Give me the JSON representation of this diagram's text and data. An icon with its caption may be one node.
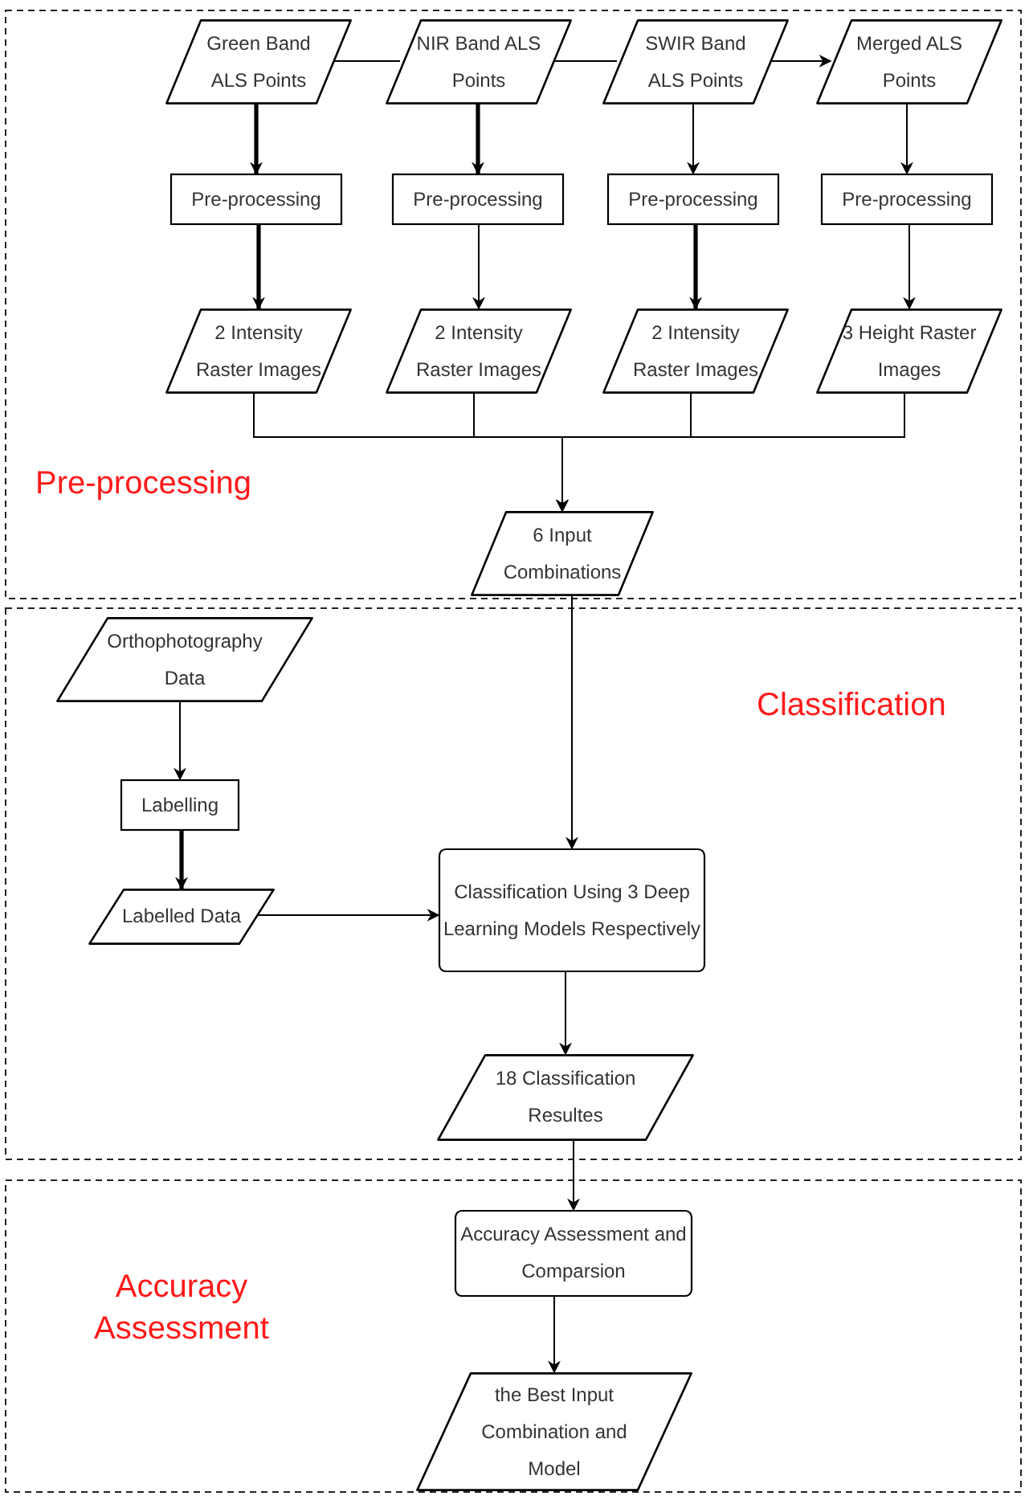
{
  "diagram": {
    "nodes": [
      {
        "text": [
          "Pre-processing"
        ]
      },
      {
        "text": [
          "Green Band ALS Points"
        ],
        "in": 0
      },
      {
        "text": [
          "NIR Band ALS Points"
        ],
        "in": 0
      },
      {
        "text": [
          "SWIR Band ALS Points"
        ],
        "in": 0
      },
      {
        "text": [
          "Merged ALS Points"
        ],
        "in": 0
      },
      {
        "text": [
          "Pre-processing"
        ],
        "in": 0
      },
      {
        "text": [
          "Pre-processing"
        ],
        "in": 0
      },
      {
        "text": [
          "Pre-processing"
        ],
        "in": 0
      },
      {
        "text": [
          "Pre-processing"
        ],
        "in": 0
      },
      {
        "text": [
          "2 Intensity Raster Images"
        ],
        "in": 0
      },
      {
        "text": [
          "2 Intensity Raster Images"
        ],
        "in": 0
      },
      {
        "text": [
          "2 Intensity Raster Images"
        ],
        "in": 0
      },
      {
        "text": [
          "3 Height Raster Images"
        ],
        "in": 0
      },
      {
        "text": [
          "6 Input Combinations"
        ],
        "in": 0
      },
      {
        "text": [
          "Classification"
        ]
      },
      {
        "text": [
          "Orthophotography Data"
        ],
        "in": 14
      },
      {
        "text": [
          "Labelling"
        ],
        "in": 14
      },
      {
        "text": [
          "Labelled Data"
        ],
        "in": 14
      },
      {
        "text": [
          "Classification Using 3 Deep Learning Models Respectively"
        ],
        "in": 14
      },
      {
        "text": [
          "18 Classification Resultes"
        ],
        "in": 14
      },
      {
        "text": [
          "Accuracy Assessment"
        ]
      },
      {
        "text": [
          "Accuracy Assessment and Comparsion"
        ],
        "in": 20
      },
      {
        "text": [
          "the Best Input Combination and Model"
        ],
        "in": 20
      }
    ],
    "edges": [
      {
        "from": 1,
        "to": 2,
        "arrow": "none"
      },
      {
        "from": 2,
        "to": 3,
        "arrow": "none"
      },
      {
        "from": 3,
        "to": 4,
        "arrow": "to"
      },
      {
        "from": 1,
        "to": 5,
        "arrow": "to",
        "style": "thick"
      },
      {
        "from": 2,
        "to": 6,
        "arrow": "to",
        "style": "thick"
      },
      {
        "from": 3,
        "to": 7,
        "arrow": "to"
      },
      {
        "from": 4,
        "to": 8,
        "arrow": "to"
      },
      {
        "from": 5,
        "to": 9,
        "arrow": "to",
        "style": "thick"
      },
      {
        "from": 6,
        "to": 10,
        "arrow": "to"
      },
      {
        "from": 7,
        "to": 11,
        "arrow": "to",
        "style": "thick"
      },
      {
        "from": 8,
        "to": 12,
        "arrow": "to"
      },
      {
        "from": 9,
        "to": 13,
        "arrow": "to"
      },
      {
        "from": 10,
        "to": 13,
        "arrow": "to"
      },
      {
        "from": 11,
        "to": 13,
        "arrow": "to"
      },
      {
        "from": 12,
        "to": 13,
        "arrow": "to"
      },
      {
        "from": 13,
        "to": 18,
        "arrow": "to"
      },
      {
        "from": 15,
        "to": 16,
        "arrow": "to"
      },
      {
        "from": 16,
        "to": 17,
        "arrow": "to",
        "style": "thick"
      },
      {
        "from": 17,
        "to": 18,
        "arrow": "to"
      },
      {
        "from": 18,
        "to": 19,
        "arrow": "to"
      },
      {
        "from": 19,
        "to": 21,
        "arrow": "to"
      },
      {
        "from": 21,
        "to": 22,
        "arrow": "to"
      }
    ]
  }
}
